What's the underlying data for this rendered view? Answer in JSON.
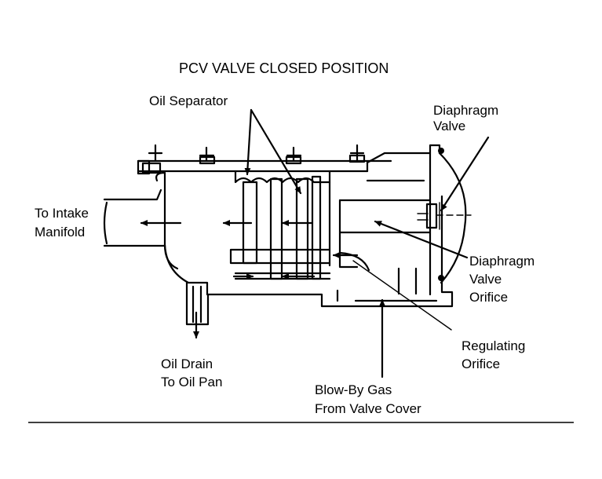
{
  "title": "PCV VALVE CLOSED POSITION",
  "labels": {
    "oil_separator": "Oil Separator",
    "diaphragm_valve": [
      "Diaphragm",
      "Valve"
    ],
    "to_intake_manifold": [
      "To Intake",
      "Manifold"
    ],
    "diaphragm_valve_orifice": [
      "Diaphragm",
      "Valve",
      "Orifice"
    ],
    "regulating_orifice": [
      "Regulating",
      "Orifice"
    ],
    "oil_drain": [
      "Oil Drain",
      "To Oil Pan"
    ],
    "blow_by_gas": [
      "Blow-By Gas",
      "From Valve Cover"
    ]
  }
}
